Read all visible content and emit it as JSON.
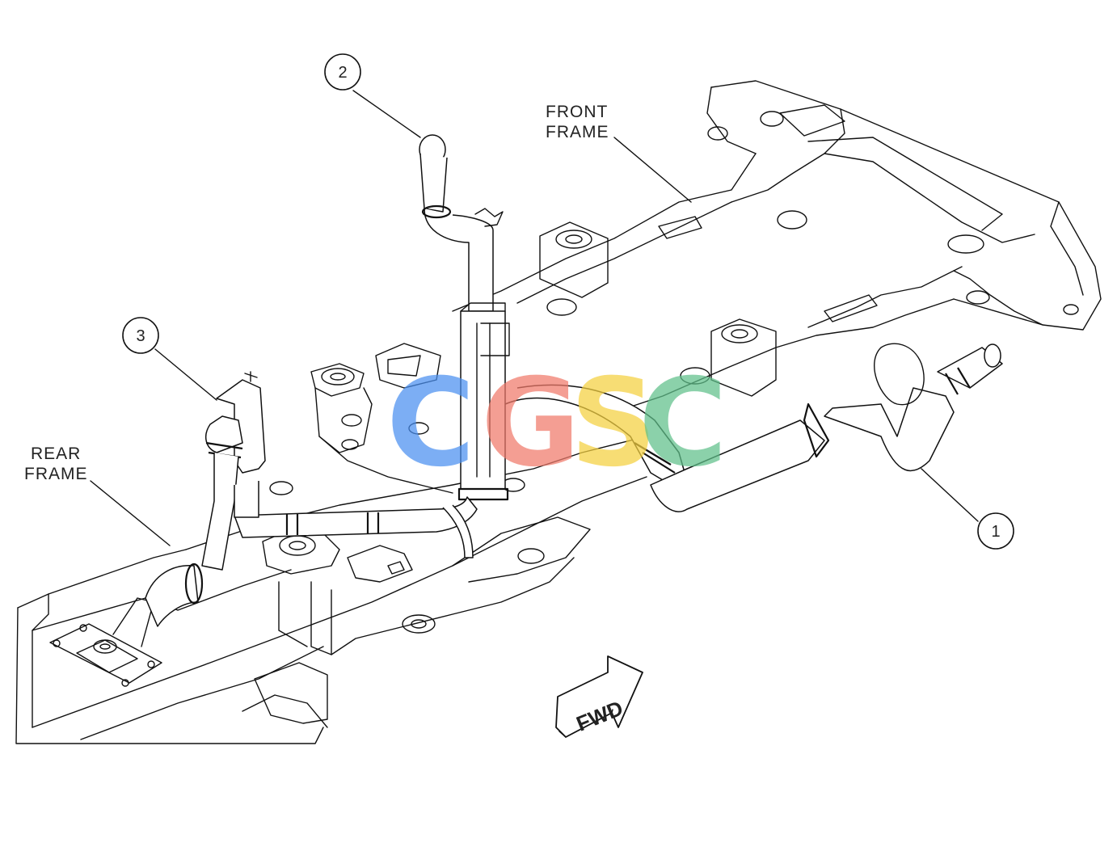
{
  "labels": {
    "front_frame_line1": "FRONT",
    "front_frame_line2": "FRAME",
    "rear_frame_line1": "REAR",
    "rear_frame_line2": "FRAME",
    "fwd": "FWD"
  },
  "callouts": [
    {
      "number": "1"
    },
    {
      "number": "2"
    },
    {
      "number": "3"
    }
  ],
  "watermark": {
    "letters": [
      "C",
      "G",
      "S",
      "C"
    ],
    "colors": [
      "#4a90f0",
      "#f07a6a",
      "#f5d040",
      "#5fc08a"
    ]
  }
}
